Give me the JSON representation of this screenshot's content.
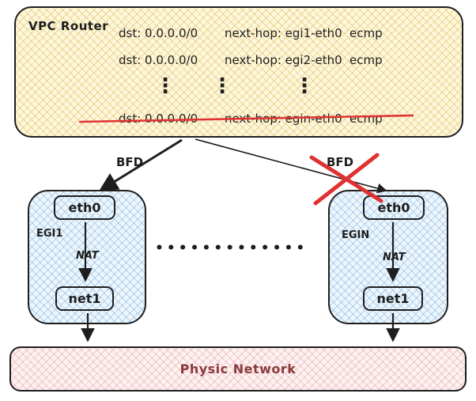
{
  "diagram": {
    "vpc_router": {
      "title": "VPC Router",
      "routes": [
        {
          "dst": "dst: 0.0.0.0/0",
          "next_hop": "next-hop: egi1-eth0",
          "policy": "ecmp",
          "struck": false
        },
        {
          "dst": "dst: 0.0.0.0/0",
          "next_hop": "next-hop: egi2-eth0",
          "policy": "ecmp",
          "struck": false
        },
        {
          "dst": "dst: 0.0.0.0/0",
          "next_hop": "next-hop: egin-eth0",
          "policy": "ecmp",
          "struck": true
        }
      ],
      "ellipsis": "⋮"
    },
    "links": {
      "bfd_left_label": "BFD",
      "bfd_right_label": "BFD",
      "right_link_failed": true
    },
    "egi_left": {
      "name": "EGI1",
      "eth": "eth0",
      "net": "net1",
      "nat_label": "NAT"
    },
    "egi_right": {
      "name": "EGIN",
      "eth": "eth0",
      "net": "net1",
      "nat_label": "NAT"
    },
    "dots_between_egis": "•••••••••••••",
    "physic_network": {
      "label": "Physic Network"
    },
    "colors": {
      "router_fill": "#fdf7dc",
      "egi_fill": "#edf6fc",
      "network_fill": "#fdf1f1",
      "stroke": "#1e1e1e",
      "error_red": "#e03131",
      "network_text": "#8a3b3b"
    }
  }
}
